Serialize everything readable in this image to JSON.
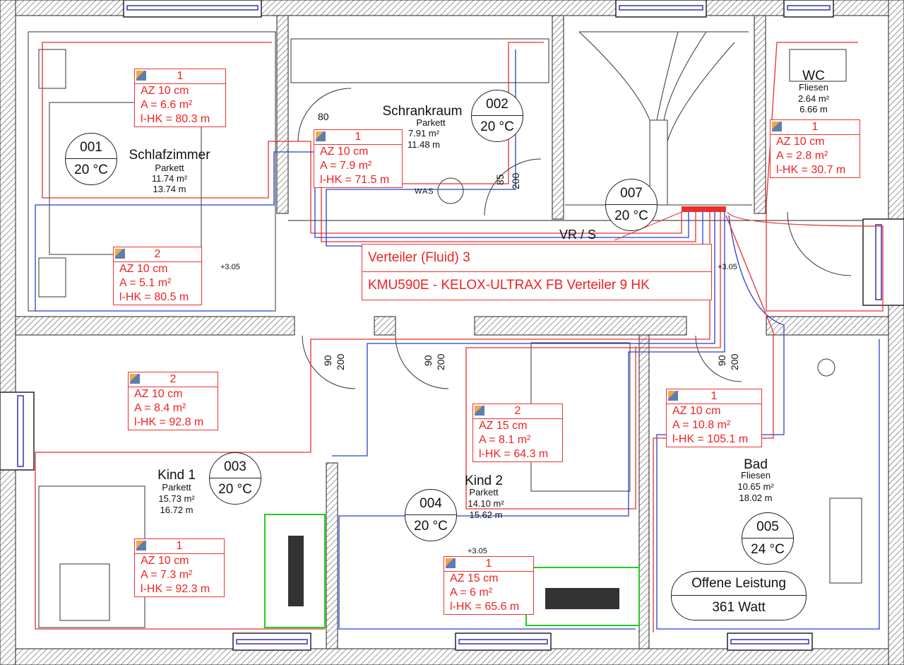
{
  "rooms": [
    {
      "id": "001",
      "name": "Schlafzimmer",
      "floor": "Parkett",
      "area": "11.74 m²",
      "perimeter": "13.74 m",
      "temp": "20 °C"
    },
    {
      "id": "002",
      "name": "Schrankraum",
      "floor": "Parkett",
      "area": "7.91 m²",
      "perimeter": "11.48 m",
      "temp": "20 °C"
    },
    {
      "id": "007",
      "name": "",
      "floor": "",
      "area": "",
      "perimeter": "",
      "temp": "20 °C"
    },
    {
      "id": "WC",
      "name": "WC",
      "floor": "Fliesen",
      "area": "2.64 m²",
      "perimeter": "6.66 m",
      "temp": ""
    },
    {
      "id": "003",
      "name": "Kind 1",
      "floor": "Parkett",
      "area": "15.73 m²",
      "perimeter": "16.72 m",
      "temp": "20 °C"
    },
    {
      "id": "004",
      "name": "Kind 2",
      "floor": "Parkett",
      "area": "14.10 m²",
      "perimeter": "15.62 m",
      "temp": "20 °C"
    },
    {
      "id": "005",
      "name": "Bad",
      "floor": "Fliesen",
      "area": "10.65 m²",
      "perimeter": "18.02 m",
      "temp": "24 °C"
    }
  ],
  "circuits": [
    {
      "num": "1",
      "az": "AZ 10 cm",
      "a": "A = 6.6 m²",
      "l": "l-HK = 80.3 m"
    },
    {
      "num": "2",
      "az": "AZ 10 cm",
      "a": "A = 5.1 m²",
      "l": "l-HK = 80.5 m"
    },
    {
      "num": "1",
      "az": "AZ 10 cm",
      "a": "A = 7.9 m²",
      "l": "l-HK = 71.5 m"
    },
    {
      "num": "1",
      "az": "AZ 10 cm",
      "a": "A = 2.8 m²",
      "l": "l-HK = 30.7 m"
    },
    {
      "num": "2",
      "az": "AZ 10 cm",
      "a": "A = 8.4 m²",
      "l": "l-HK = 92.8 m"
    },
    {
      "num": "1",
      "az": "AZ 10 cm",
      "a": "A = 7.3 m²",
      "l": "l-HK = 92.3 m"
    },
    {
      "num": "2",
      "az": "AZ 15 cm",
      "a": "A = 8.1 m²",
      "l": "l-HK = 64.3 m"
    },
    {
      "num": "1",
      "az": "AZ 15 cm",
      "a": "A = 6 m²",
      "l": "l-HK = 65.6 m"
    },
    {
      "num": "1",
      "az": "AZ 10 cm",
      "a": "A = 10.8 m²",
      "l": "l-HK = 105.1 m"
    }
  ],
  "manifold": {
    "title": "Verteiler (Fluid) 3",
    "model": "KMU590E - KELOX-ULTRAX FB Verteiler 9 HK"
  },
  "power": {
    "label": "Offene Leistung",
    "value": "361 Watt"
  },
  "dims": {
    "d80": "80",
    "d85": "85",
    "d90": "90",
    "d200": "200",
    "level": "+3.05",
    "was": "WAS",
    "vr": "VR / S"
  },
  "colors": {
    "supply": "#e83030",
    "return": "#2a3fd0",
    "wall": "#555555"
  }
}
